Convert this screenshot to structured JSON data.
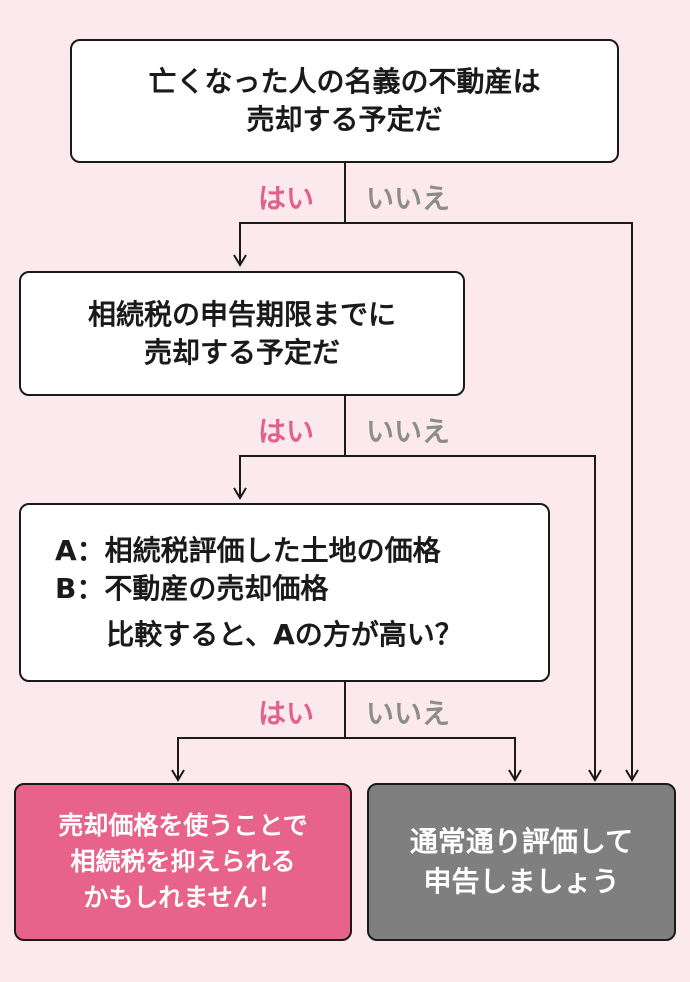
{
  "q1": {
    "lines": [
      "亡くなった人の名義の不動産は",
      "売却する予定だ"
    ]
  },
  "q2": {
    "lines": [
      "相続税の申告期限までに",
      "売却する予定だ"
    ]
  },
  "q3": {
    "a_line": "A：相続税評価した土地の価格",
    "b_line": "B：不動産の売却価格",
    "question": "比較すると、Aの方が高い？"
  },
  "labels": {
    "yes": "はい",
    "no": "いいえ"
  },
  "results": {
    "pink": {
      "lines": [
        "売却価格を使うことで",
        "相続税を抑えられる",
        "かもしれません！"
      ]
    },
    "gray": {
      "lines": [
        "通常通り評価して",
        "申告しましょう"
      ]
    }
  },
  "colors": {
    "background": "#fbe9ee",
    "yes_label": "#e0628a",
    "no_label": "#8c8c8c",
    "result_pink": "#e8638c",
    "result_gray": "#7f7f7f",
    "line": "#1a1a1a"
  }
}
